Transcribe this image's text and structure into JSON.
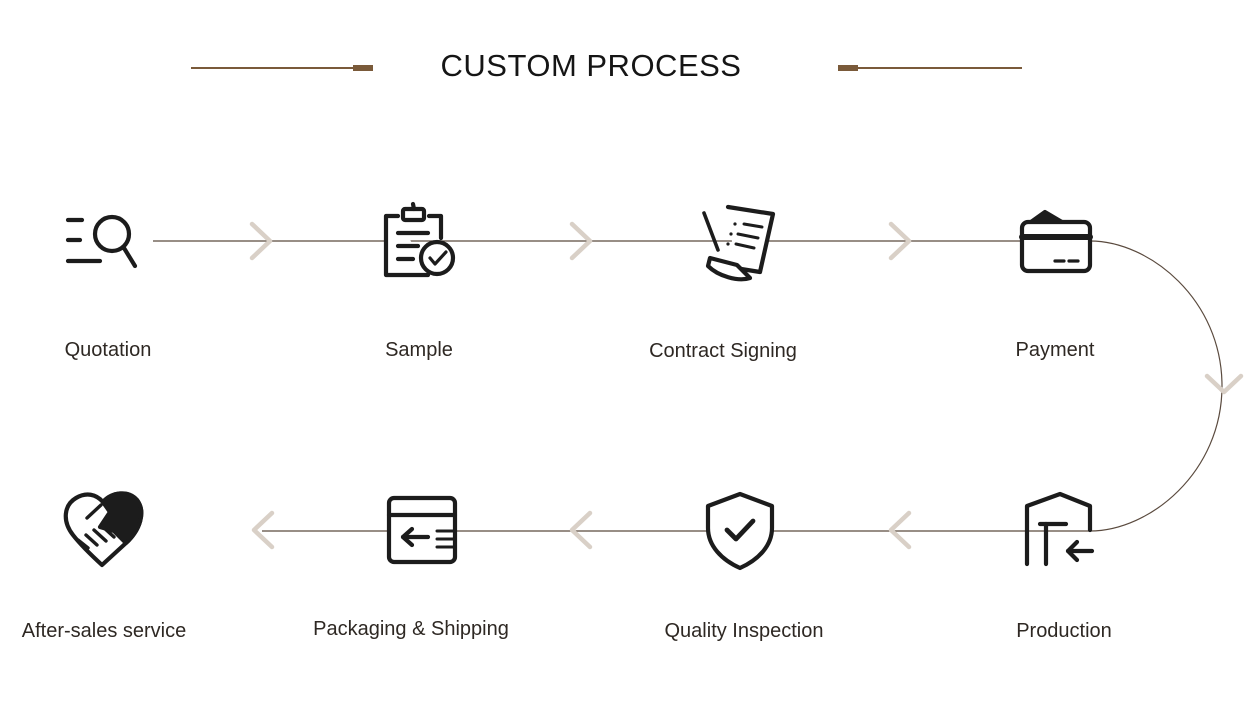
{
  "title": "CUSTOM PROCESS",
  "colors": {
    "accent": "#7a5a3a",
    "line": "#5a4a3e",
    "chevron": "#d8cfc6",
    "icon": "#1c1c1c"
  },
  "steps": [
    {
      "label": "Quotation",
      "icon": "search-list-icon"
    },
    {
      "label": "Sample",
      "icon": "clipboard-check-icon"
    },
    {
      "label": "Contract Signing",
      "icon": "contract-pen-icon"
    },
    {
      "label": "Payment",
      "icon": "wallet-card-icon"
    },
    {
      "label": "Production",
      "icon": "factory-inbound-icon"
    },
    {
      "label": "Quality Inspection",
      "icon": "shield-check-icon"
    },
    {
      "label": "Packaging & Shipping",
      "icon": "package-box-icon"
    },
    {
      "label": "After-sales service",
      "icon": "handshake-heart-icon"
    }
  ]
}
